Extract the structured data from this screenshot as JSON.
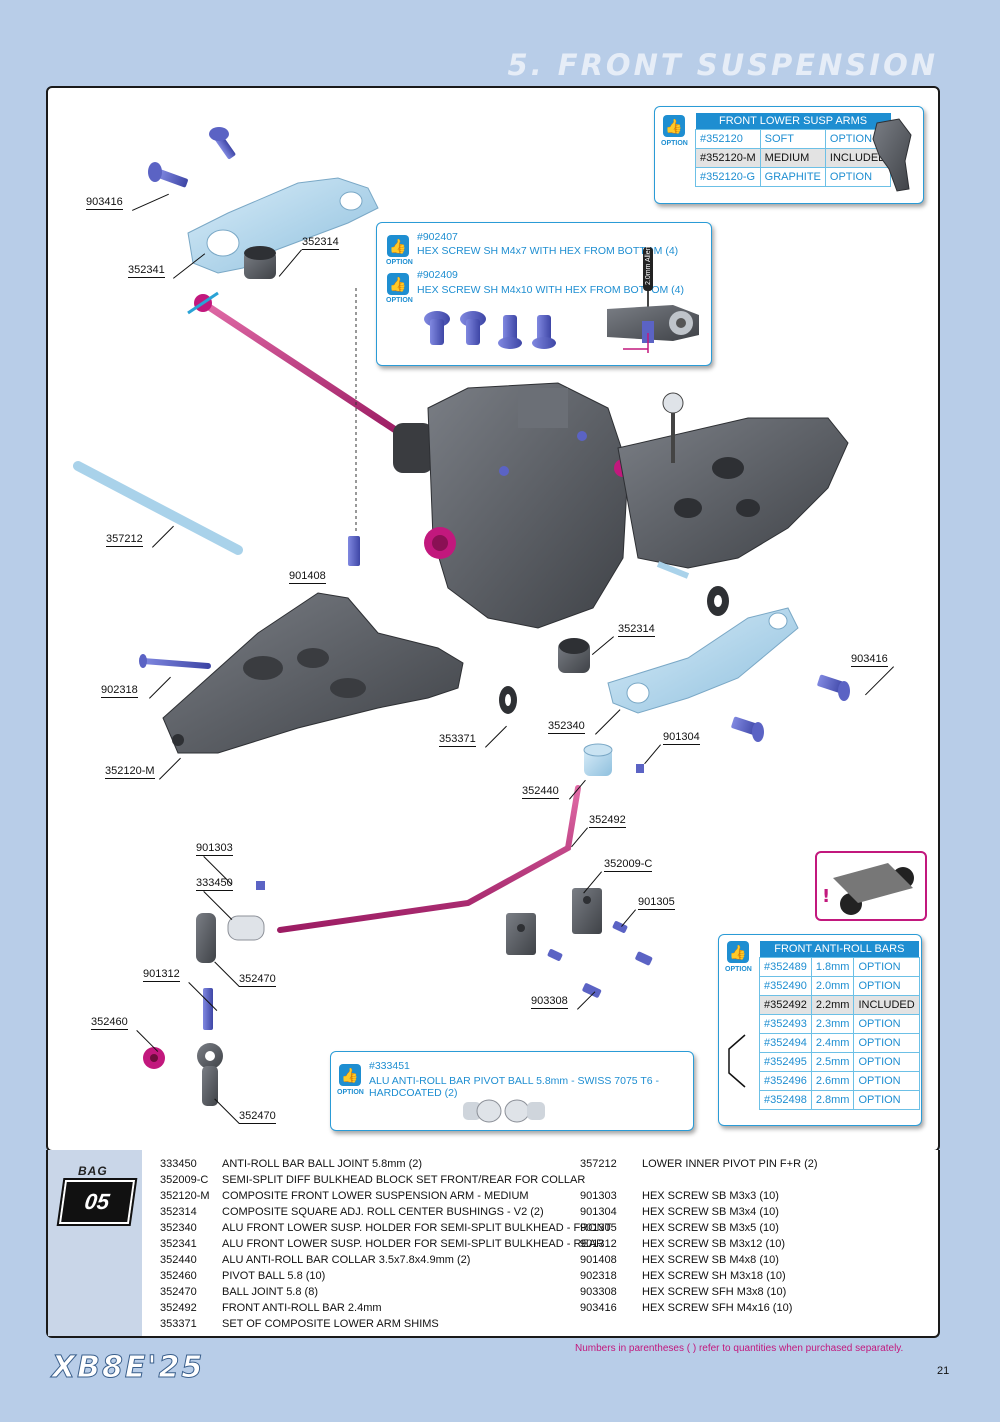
{
  "header": {
    "title": "5. FRONT SUSPENSION"
  },
  "callouts": [
    {
      "id": "903416a",
      "text": "903416"
    },
    {
      "id": "352341",
      "text": "352341"
    },
    {
      "id": "352314a",
      "text": "352314"
    },
    {
      "id": "357212",
      "text": "357212"
    },
    {
      "id": "901408",
      "text": "901408"
    },
    {
      "id": "902318",
      "text": "902318"
    },
    {
      "id": "352120-M",
      "text": "352120-M"
    },
    {
      "id": "353371",
      "text": "353371"
    },
    {
      "id": "352340",
      "text": "352340"
    },
    {
      "id": "352314b",
      "text": "352314"
    },
    {
      "id": "903416b",
      "text": "903416"
    },
    {
      "id": "901304",
      "text": "901304"
    },
    {
      "id": "352440",
      "text": "352440"
    },
    {
      "id": "352492",
      "text": "352492"
    },
    {
      "id": "901303",
      "text": "901303"
    },
    {
      "id": "333450",
      "text": "333450"
    },
    {
      "id": "352009-C",
      "text": "352009-C"
    },
    {
      "id": "901305",
      "text": "901305"
    },
    {
      "id": "352470a",
      "text": "352470"
    },
    {
      "id": "901312",
      "text": "901312"
    },
    {
      "id": "903308",
      "text": "903308"
    },
    {
      "id": "352460",
      "text": "352460"
    },
    {
      "id": "352470b",
      "text": "352470"
    }
  ],
  "option_word": "OPTION",
  "hex_box": {
    "line1": "#902407",
    "line2": "HEX SCREW SH M4x7 WITH HEX FROM BOTTOM  (4)",
    "line3": "#902409",
    "line4": "HEX SCREW SH M4x10 WITH HEX FROM BOTTOM  (4)",
    "tool": "2.0mm Allen"
  },
  "arms_table": {
    "title": "FRONT LOWER SUSP ARMS",
    "rows": [
      {
        "part": "#352120",
        "variant": "SOFT",
        "status": "OPTION"
      },
      {
        "part": "#352120-M",
        "variant": "MEDIUM",
        "status": "INCLUDED"
      },
      {
        "part": "#352120-G",
        "variant": "GRAPHITE",
        "status": "OPTION"
      }
    ]
  },
  "arb_table": {
    "title": "FRONT ANTI-ROLL BARS",
    "rows": [
      {
        "part": "#352489",
        "size": "1.8mm",
        "status": "OPTION"
      },
      {
        "part": "#352490",
        "size": "2.0mm",
        "status": "OPTION"
      },
      {
        "part": "#352492",
        "size": "2.2mm",
        "status": "INCLUDED"
      },
      {
        "part": "#352493",
        "size": "2.3mm",
        "status": "OPTION"
      },
      {
        "part": "#352494",
        "size": "2.4mm",
        "status": "OPTION"
      },
      {
        "part": "#352495",
        "size": "2.5mm",
        "status": "OPTION"
      },
      {
        "part": "#352496",
        "size": "2.6mm",
        "status": "OPTION"
      },
      {
        "part": "#352498",
        "size": "2.8mm",
        "status": "OPTION"
      }
    ]
  },
  "ball_box": {
    "line1": "#333451",
    "line2": "ALU ANTI-ROLL BAR PIVOT BALL 5.8mm - SWISS 7075 T6 - HARDCOATED (2)"
  },
  "bag": {
    "word": "BAG",
    "number": "05"
  },
  "parts_left": [
    {
      "code": "333450",
      "desc": "ANTI-ROLL BAR BALL JOINT 5.8mm (2)"
    },
    {
      "code": "352009-C",
      "desc": "SEMI-SPLIT DIFF BULKHEAD BLOCK SET FRONT/REAR FOR COLLAR"
    },
    {
      "code": "352120-M",
      "desc": "COMPOSITE FRONT LOWER SUSPENSION ARM - MEDIUM"
    },
    {
      "code": "352314",
      "desc": "COMPOSITE SQUARE ADJ. ROLL CENTER BUSHINGS - V2 (2)"
    },
    {
      "code": "352340",
      "desc": "ALU FRONT LOWER SUSP. HOLDER FOR SEMI-SPLIT BULKHEAD - FRONT"
    },
    {
      "code": "352341",
      "desc": "ALU FRONT LOWER SUSP. HOLDER FOR SEMI-SPLIT BULKHEAD - REAR"
    },
    {
      "code": "352440",
      "desc": "ALU ANTI-ROLL BAR COLLAR 3.5x7.8x4.9mm (2)"
    },
    {
      "code": "352460",
      "desc": "PIVOT BALL 5.8 (10)"
    },
    {
      "code": "352470",
      "desc": "BALL JOINT 5.8 (8)"
    },
    {
      "code": "352492",
      "desc": "FRONT ANTI-ROLL BAR 2.4mm"
    },
    {
      "code": "353371",
      "desc": "SET OF COMPOSITE LOWER ARM SHIMS"
    }
  ],
  "parts_right_top": [
    {
      "code": "357212",
      "desc": "LOWER INNER PIVOT PIN F+R  (2)"
    }
  ],
  "parts_right": [
    {
      "code": "901303",
      "desc": "HEX SCREW  SB M3x3  (10)"
    },
    {
      "code": "901304",
      "desc": "HEX SCREW  SB M3x4  (10)"
    },
    {
      "code": "901305",
      "desc": "HEX SCREW  SB M3x5  (10)"
    },
    {
      "code": "901312",
      "desc": "HEX SCREW  SB M3x12  (10)"
    },
    {
      "code": "901408",
      "desc": "HEX SCREW  SB M4x8  (10)"
    },
    {
      "code": "902318",
      "desc": "HEX SCREW  SH M3x18  (10)"
    },
    {
      "code": "903308",
      "desc": "HEX SCREW  SFH M3x8  (10)"
    },
    {
      "code": "903416",
      "desc": "HEX SCREW  SFH M4x16  (10)"
    }
  ],
  "footer": {
    "note": "Numbers in parentheses ( ) refer to quantities when purchased separately.",
    "page": "21",
    "logo": "XB8E'25"
  },
  "colors": {
    "accent": "#1e8ed1",
    "magenta": "#c2187d",
    "screw": "#5b63c4",
    "grey": "#55585e",
    "lightblue": "#a9d2ea",
    "background": "#b8cde8"
  }
}
